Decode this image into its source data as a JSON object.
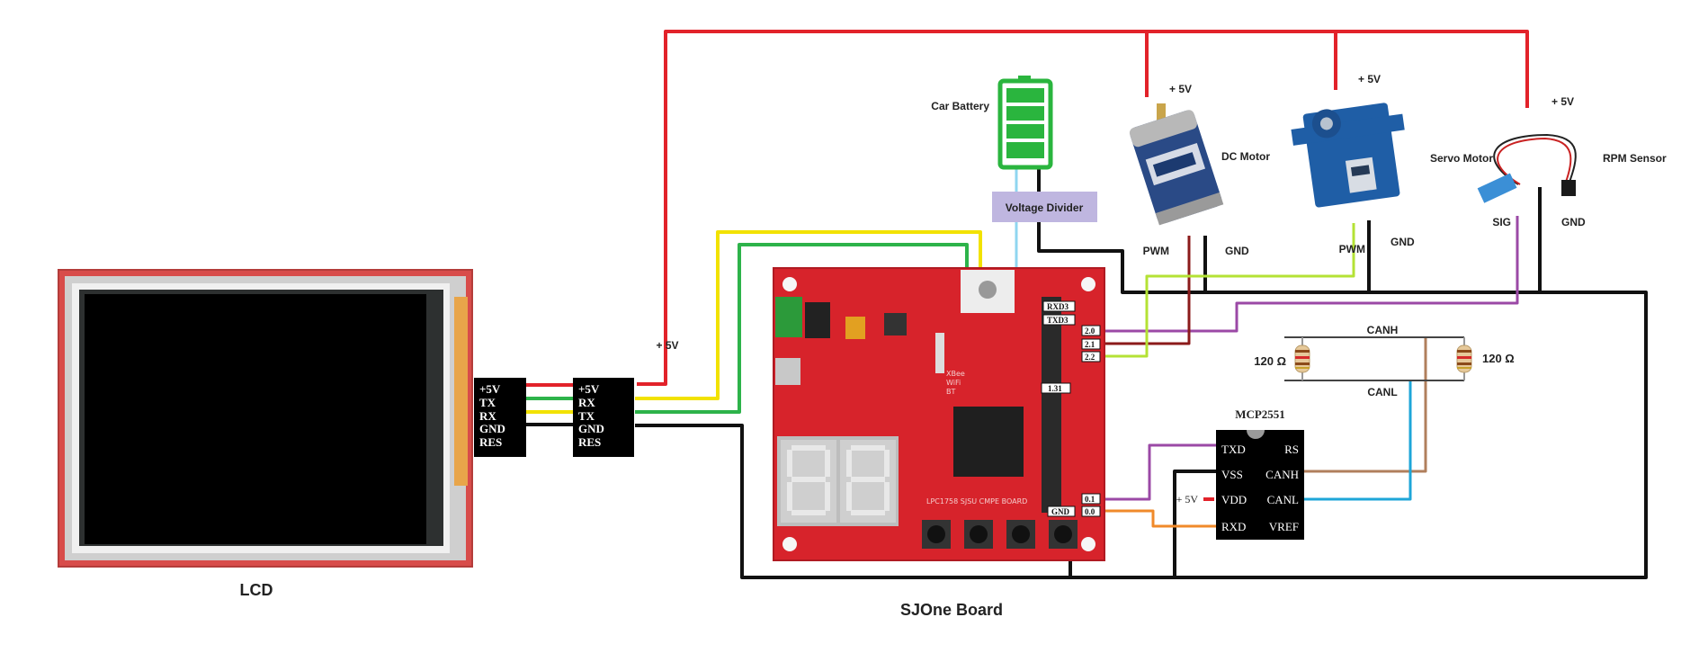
{
  "labels": {
    "lcd": "LCD",
    "board": "SJOne Board",
    "car_battery": "Car Battery",
    "voltage_divider": "Voltage Divider",
    "dc_motor": "DC Motor",
    "servo_motor": "Servo Motor",
    "rpm_sensor": "RPM Sensor",
    "mcp": "MCP2551",
    "canh": "CANH",
    "canl": "CANL",
    "resistor_left": "120 Ω",
    "resistor_right": "120 Ω"
  },
  "power": {
    "plus5v_dc": "+ 5V",
    "plus5v_servo": "+ 5V",
    "plus5v_rpm": "+ 5V",
    "plus5v_lcd": "+ 5V",
    "plus5v_vdd": "+ 5V"
  },
  "motor_pins": {
    "dc_pwm": "PWM",
    "dc_gnd": "GND",
    "servo_pwm": "PWM",
    "servo_gnd": "GND",
    "rpm_sig": "SIG",
    "rpm_gnd": "GND"
  },
  "lcd_header": [
    "+5V",
    "TX",
    "RX",
    "GND",
    "RES"
  ],
  "board_header": [
    "+5V",
    "RX",
    "TX",
    "GND",
    "RES"
  ],
  "board_pins": {
    "rxd3": "RXD3",
    "txd3": "TXD3",
    "p20": "2.0",
    "p21": "2.1",
    "p22": "2.2",
    "p131": "1.31",
    "p01": "0.1",
    "p00": "0.0",
    "gnd": "GND"
  },
  "mcp_pins": {
    "txd": "TXD",
    "vss": "VSS",
    "vdd": "VDD",
    "rxd": "RXD",
    "rs": "RS",
    "canh": "CANH",
    "canl": "CANL",
    "vref": "VREF"
  },
  "board_silk": {
    "xbee": "XBee",
    "wifi": "WiFi",
    "bt": "BT",
    "model": "LPC1758 SJSU CMPE BOARD"
  },
  "colors": {
    "power": "#e2222a",
    "ground": "#111111",
    "tx": "#f2e200",
    "rx": "#2db34a",
    "pwm_dc": "#8b1a1a",
    "pwm_servo": "#b4e235",
    "sig": "#9b49a6",
    "canh": "#b07f5c",
    "canl": "#1ea6d8",
    "rxd_can": "#f08a2a",
    "divider": "#8fd6f0"
  }
}
